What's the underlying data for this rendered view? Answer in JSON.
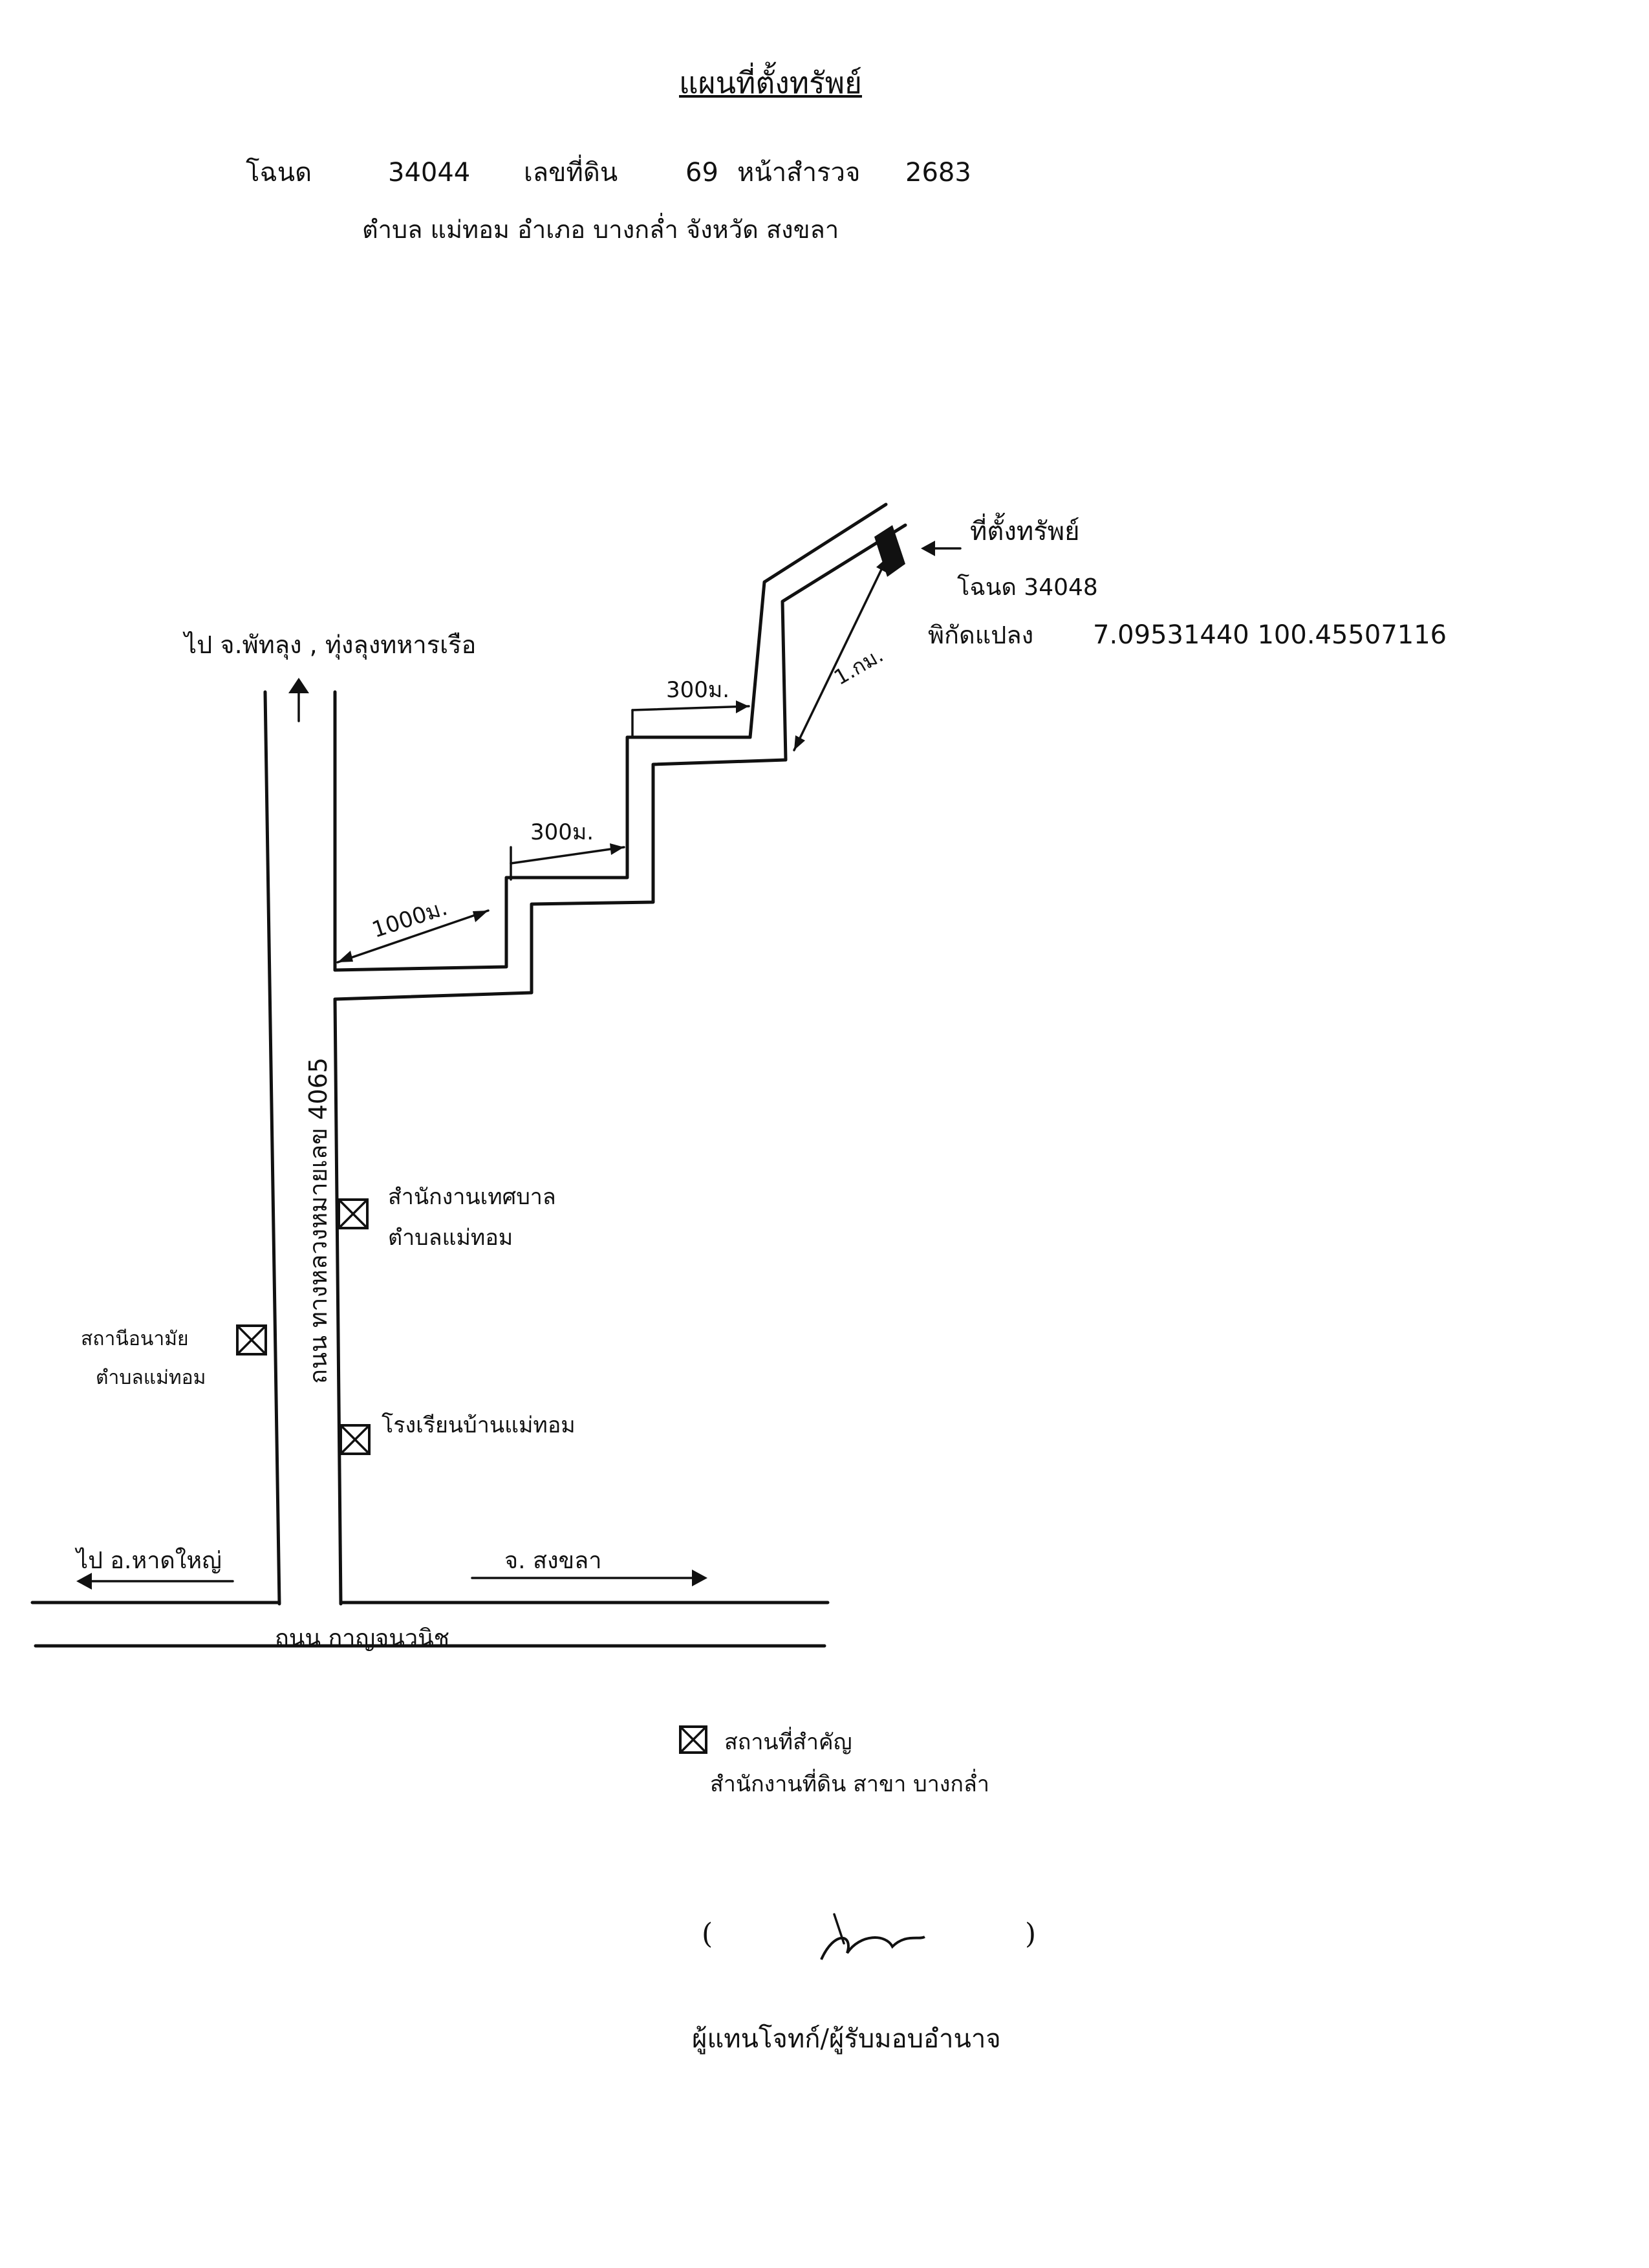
{
  "document": {
    "title": "แผนที่ตั้งทรัพย์",
    "signature_caption": "ผู้แทนโจทก์/ผู้รับมอบอำนาจ",
    "signature_open": "(",
    "signature_close": ")"
  },
  "map": {
    "header_line_1": {
      "deed_number": "34044",
      "deed_number_prefix": "โฉนด",
      "land_number_label": "เลขที่ดิน",
      "land_number": "69",
      "survey_page_label": "หน้าสำรวจ",
      "survey_page": "2683"
    },
    "header_line_2": "ตำบล แม่ทอม อำเภอ บางกล่ำ จังหวัด สงขลา",
    "north_arrow_label": "ไป จ.พัทลุง , ทุ่งลุงทหารเรือ",
    "road_name_vertical": "ถนน ทางหลวงหมายเลข 4065",
    "main_road_name": "ถนน กาญจนวนิช",
    "left_arrow_label": "ไป อ.หาดใหญ่",
    "right_arrow_label": "จ. สงขลา",
    "segment_1": "1000ม.",
    "segment_2": "300ม.",
    "segment_3": "300ม.",
    "distance_to_property": "1.กม.",
    "property_label": "ที่ตั้งทรัพย์",
    "property_deed": "โฉนด 34048",
    "coordinates_label": "พิกัดแปลง",
    "coordinates": "7.09531440 100.45507116",
    "landmark_1_line_1": "สำนักงานเทศบาล",
    "landmark_1_line_2": "ตำบลแม่ทอม",
    "landmark_2_line_1": "สถานีอนามัย",
    "landmark_2_line_2": "ตำบลแม่ทอม",
    "landmark_3": "โรงเรียนบ้านแม่ทอม",
    "legend_symbol_meaning": "สถานที่สำคัญ",
    "legend_office": "สำนักงานที่ดิน สาขา บางกล่ำ",
    "colors": {
      "ink": "#111111",
      "paper": "#ffffff"
    }
  }
}
